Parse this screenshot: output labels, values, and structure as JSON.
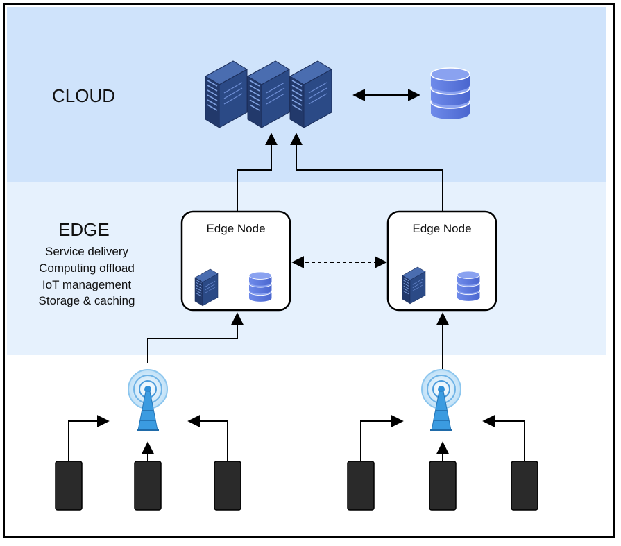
{
  "tiers": {
    "cloud": {
      "label": "CLOUD"
    },
    "edge": {
      "label": "EDGE",
      "capabilities": [
        "Service delivery",
        "Computing offload",
        "IoT management",
        "Storage & caching"
      ]
    }
  },
  "edge_nodes": [
    {
      "title": "Edge Node"
    },
    {
      "title": "Edge Node"
    }
  ],
  "colors": {
    "cloud_band": "#cfe3fb",
    "edge_band": "#e6f1fd",
    "device_band": "#ffffff",
    "server": "#2b4a86",
    "database": "#5b78d8",
    "tower": "#2f8fd8",
    "device": "#2a2a2a"
  }
}
